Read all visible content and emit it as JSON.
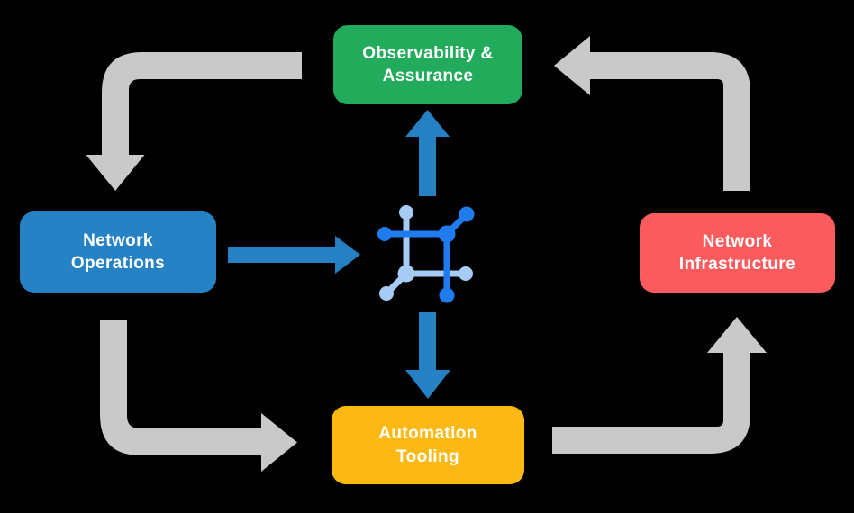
{
  "nodes": {
    "observability": {
      "lines": [
        "Observability &",
        "Assurance"
      ],
      "color": "#22AB5B"
    },
    "operations": {
      "lines": [
        "Network",
        "Operations"
      ],
      "color": "#2583C5"
    },
    "infrastructure": {
      "lines": [
        "Network",
        "Infrastructure"
      ],
      "color": "#FC5B5D"
    },
    "automation": {
      "lines": [
        "Automation",
        "Tooling"
      ],
      "color": "#FDB913"
    }
  },
  "colors": {
    "background": "#000000",
    "text": "#FFFFFF",
    "cycle_arrow": "#C9C9C9",
    "hub_arrow": "#2581C4",
    "icon_primary": "#1F7CEF",
    "icon_secondary": "#A6CBF5"
  },
  "flows": [
    {
      "from": "observability",
      "to": "operations",
      "style": "cycle"
    },
    {
      "from": "operations",
      "to": "automation",
      "style": "cycle"
    },
    {
      "from": "automation",
      "to": "infrastructure",
      "style": "cycle"
    },
    {
      "from": "infrastructure",
      "to": "observability",
      "style": "cycle"
    },
    {
      "from": "operations",
      "to": "hub",
      "style": "hub"
    },
    {
      "from": "hub",
      "to": "observability",
      "style": "hub"
    },
    {
      "from": "hub",
      "to": "automation",
      "style": "hub"
    }
  ]
}
